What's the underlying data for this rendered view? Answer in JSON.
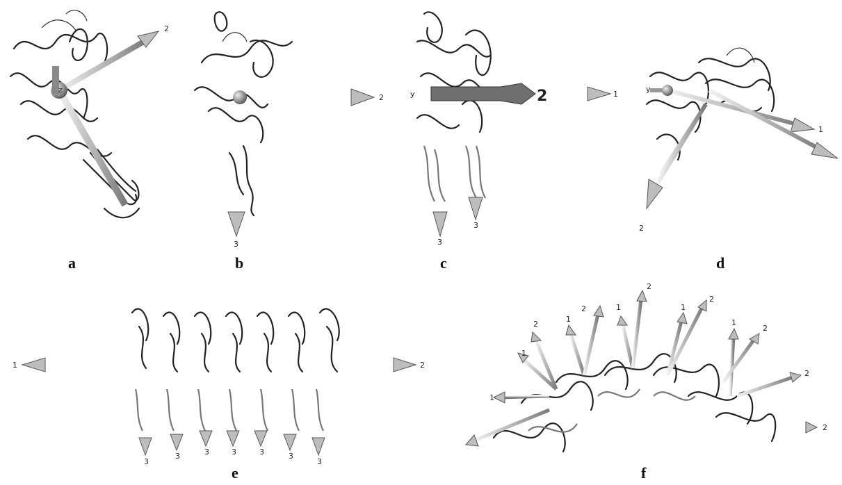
{
  "panels": [
    {
      "id": "a",
      "label": "a",
      "axes": [
        "2",
        "z"
      ]
    },
    {
      "id": "b",
      "label": "b",
      "axes": [
        "2",
        "3"
      ]
    },
    {
      "id": "c",
      "label": "c",
      "axes": [
        "y",
        "2",
        "1",
        "3",
        "3"
      ]
    },
    {
      "id": "d",
      "label": "d",
      "axes": [
        "y",
        "1",
        "2"
      ]
    },
    {
      "id": "e",
      "label": "e",
      "axes": [
        "1",
        "2",
        "3",
        "3",
        "3",
        "3",
        "3",
        "3",
        "3"
      ]
    },
    {
      "id": "f",
      "label": "f",
      "axes": [
        "2",
        "1",
        "2",
        "1",
        "2",
        "1",
        "2",
        "1",
        "2",
        "1",
        "2",
        "1",
        "2"
      ]
    }
  ],
  "colors": {
    "arrow_light": "#d9d9d9",
    "arrow_mid": "#9a9a9a",
    "arrow_dark": "#555555",
    "ribbon": "#222222"
  }
}
